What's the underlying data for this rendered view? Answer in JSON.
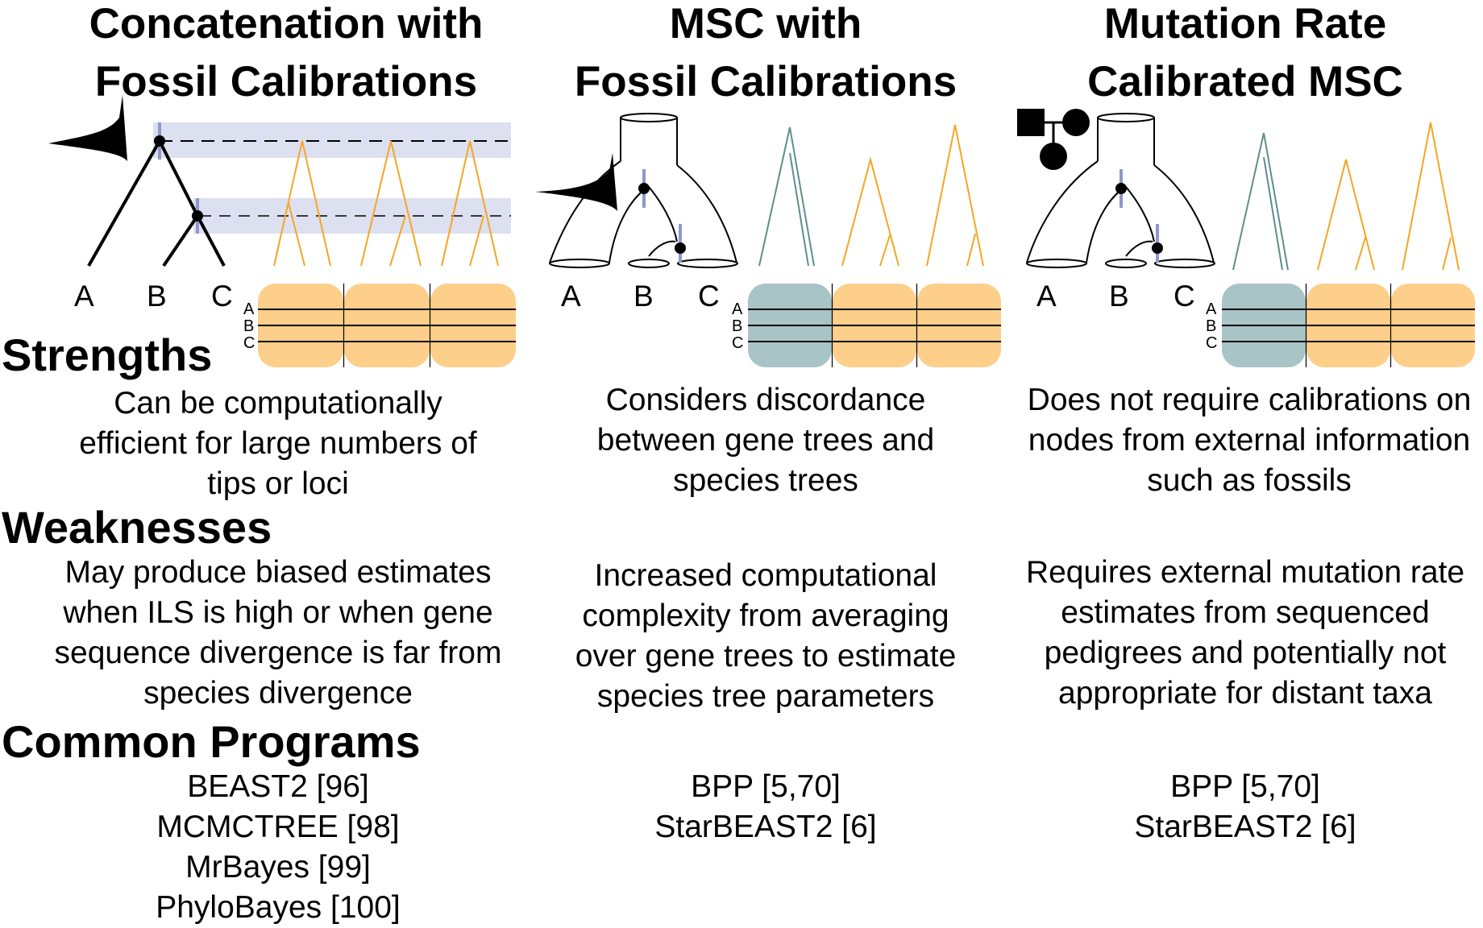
{
  "columns": [
    {
      "title": [
        "Concatenation with",
        "Fossil Calibrations"
      ],
      "tips": [
        "A",
        "B",
        "C"
      ],
      "seq_labels": [
        "A",
        "B",
        "C"
      ],
      "strength": "Can be computationally efficient for large numbers of tips or loci",
      "weakness": "May produce biased estimates when ILS is high or when gene sequence divergence is far from species divergence",
      "programs": [
        "BEAST2 [96]",
        "MCMCTREE [98]",
        "MrBayes [99]",
        "PhyloBayes [100]"
      ]
    },
    {
      "title": [
        "MSC with",
        "Fossil Calibrations"
      ],
      "tips": [
        "A",
        "B",
        "C"
      ],
      "seq_labels": [
        "A",
        "B",
        "C"
      ],
      "strength": "Considers discordance between gene trees and species trees",
      "weakness": "Increased computational complexity from averaging over gene trees to estimate species tree parameters",
      "programs": [
        "BPP [5,70]",
        "StarBEAST2 [6]"
      ]
    },
    {
      "title": [
        "Mutation Rate",
        "Calibrated MSC"
      ],
      "tips": [
        "A",
        "B",
        "C"
      ],
      "seq_labels": [
        "A",
        "B",
        "C"
      ],
      "strength": "Does not require calibrations on nodes from external information such as fossils",
      "weakness": "Requires external mutation rate estimates from sequenced pedigrees and potentially not appropriate for distant taxa",
      "programs": [
        "BPP [5,70]",
        "StarBEAST2 [6]"
      ]
    }
  ],
  "sections": {
    "strengths": "Strengths",
    "weaknesses": "Weaknesses",
    "programs": "Common Programs"
  },
  "colors": {
    "gene_tree_orange": "#f5a623",
    "gene_tree_teal": "#5b8f8c",
    "locus_orange": "#fdcf8a",
    "locus_teal": "#a8c4c6",
    "calibration_band": "#dde0f0",
    "node_bar": "#8f97cc"
  }
}
